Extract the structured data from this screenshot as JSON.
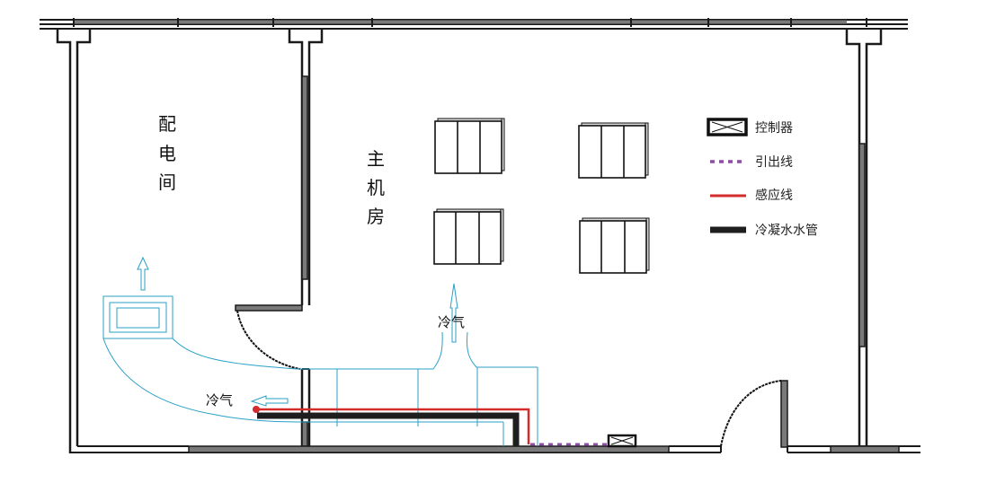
{
  "rooms": {
    "distribution_room": {
      "label_chars": [
        "配",
        "电",
        "间"
      ],
      "full_name": "配电间"
    },
    "main_server_room": {
      "label_chars": [
        "主",
        "机",
        "房"
      ],
      "full_name": "主机房"
    }
  },
  "airflow_labels": {
    "left": "冷气",
    "center": "冷气"
  },
  "legend": {
    "items": [
      {
        "label": "控制器",
        "symbol": "controller-box",
        "color": "#111111"
      },
      {
        "label": "引出线",
        "symbol": "dotted-line",
        "color": "#8a4f9e"
      },
      {
        "label": "感应线",
        "symbol": "solid-line",
        "color": "#d42b2b"
      },
      {
        "label": "冷凝水水管",
        "symbol": "thick-line",
        "color": "#1e1e1e"
      }
    ]
  },
  "colors": {
    "wall_outline": "#1a1a1a",
    "wall_fill": "#7a7a7a",
    "duct": "#2aa0c6",
    "sensing_line": "#d42b2b",
    "lead_line": "#8a4f9e",
    "condensate_pipe": "#1e1e1e"
  },
  "equipment": {
    "server_racks": [
      {
        "id": "rack-1",
        "panels": 3
      },
      {
        "id": "rack-2",
        "panels": 3
      },
      {
        "id": "rack-3",
        "panels": 3
      },
      {
        "id": "rack-4",
        "panels": 3
      }
    ],
    "ac_unit": {
      "id": "air-conditioner"
    },
    "controller": {
      "id": "controller"
    }
  }
}
